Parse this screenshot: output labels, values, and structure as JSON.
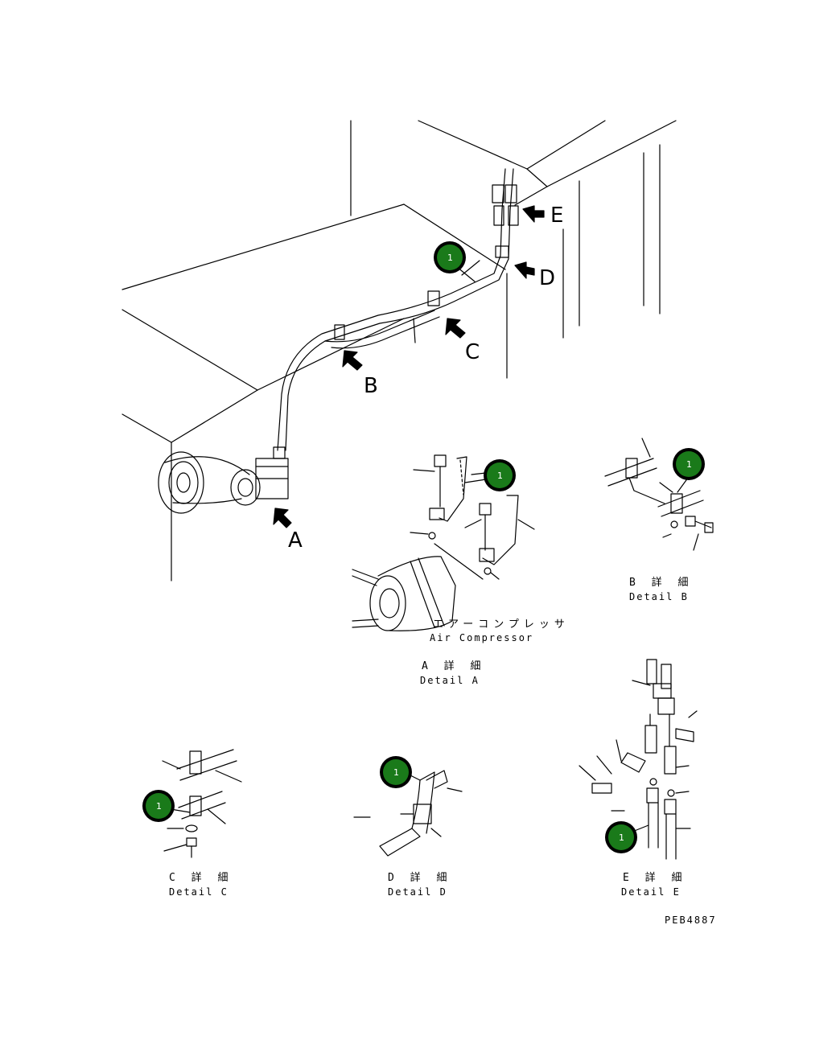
{
  "views": {
    "main": {
      "labels": [
        "A",
        "B",
        "C",
        "D",
        "E"
      ]
    },
    "detail_a": {
      "jp": "A 詳 細",
      "en": "Detail A",
      "part_jp": "エアーコンプレッサ",
      "part_en": "Air Compressor"
    },
    "detail_b": {
      "jp": "B 詳 細",
      "en": "Detail B"
    },
    "detail_c": {
      "jp": "C 詳 細",
      "en": "Detail C"
    },
    "detail_d": {
      "jp": "D 詳 細",
      "en": "Detail D"
    },
    "detail_e": {
      "jp": "E 詳 細",
      "en": "Detail E"
    }
  },
  "callout_label": "1",
  "drawing_number": "PEB4887",
  "colors": {
    "callout_fill": "#1a7a1a",
    "callout_ring": "#000000",
    "line": "#000000"
  }
}
